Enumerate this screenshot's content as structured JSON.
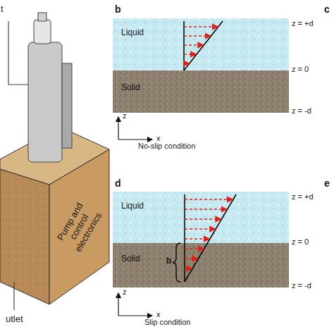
{
  "diagram": {
    "nodes": [
      {
        "text": [
          "Liquid"
        ]
      },
      {
        "text": [
          "Solid"
        ]
      },
      {
        "text": [
          "Liquid"
        ]
      },
      {
        "text": [
          "Solid"
        ]
      }
    ],
    "labels": [
      "t",
      "Pump and control electronics",
      "utlet",
      "b",
      "z = +d",
      "z = 0",
      "z = -d",
      "z",
      "x",
      "No-slip condition",
      "c",
      "d",
      "z = +d",
      "z = 0",
      "z = -d",
      "b",
      "z",
      "x",
      "Slip condition",
      "e"
    ]
  }
}
